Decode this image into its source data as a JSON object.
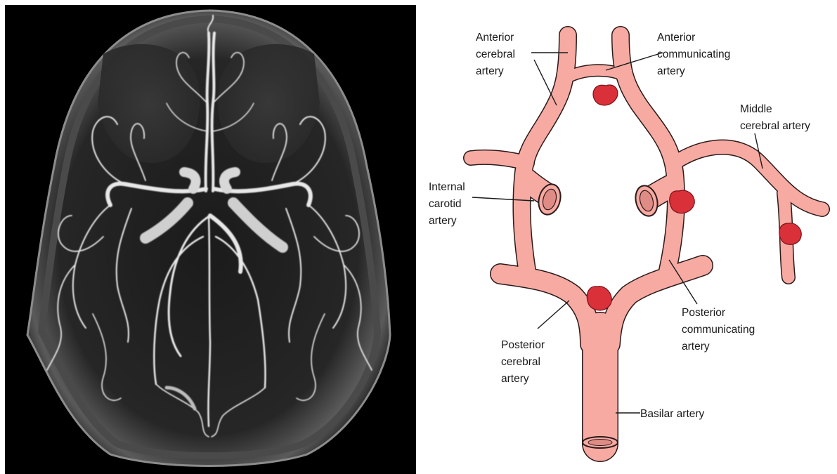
{
  "labels": {
    "anterior_cerebral": [
      "Anterior",
      "cerebral",
      "artery"
    ],
    "anterior_communicating": [
      "Anterior",
      "communicating",
      "artery"
    ],
    "middle_cerebral": [
      "Middle",
      "cerebral artery"
    ],
    "internal_carotid": [
      "Internal",
      "carotid",
      "artery"
    ],
    "posterior_communicating": [
      "Posterior",
      "communicating",
      "artery"
    ],
    "posterior_cerebral": [
      "Posterior",
      "cerebral",
      "artery"
    ],
    "basilar": [
      "Basilar artery"
    ]
  },
  "colors": {
    "scan_background": "#000000",
    "artery_fill": "#f6aaa2",
    "artery_outline": "#2b1a1a",
    "aneurysm": "#d9303a",
    "label_text": "#1a1a1a"
  },
  "aneurysm_count": 4
}
